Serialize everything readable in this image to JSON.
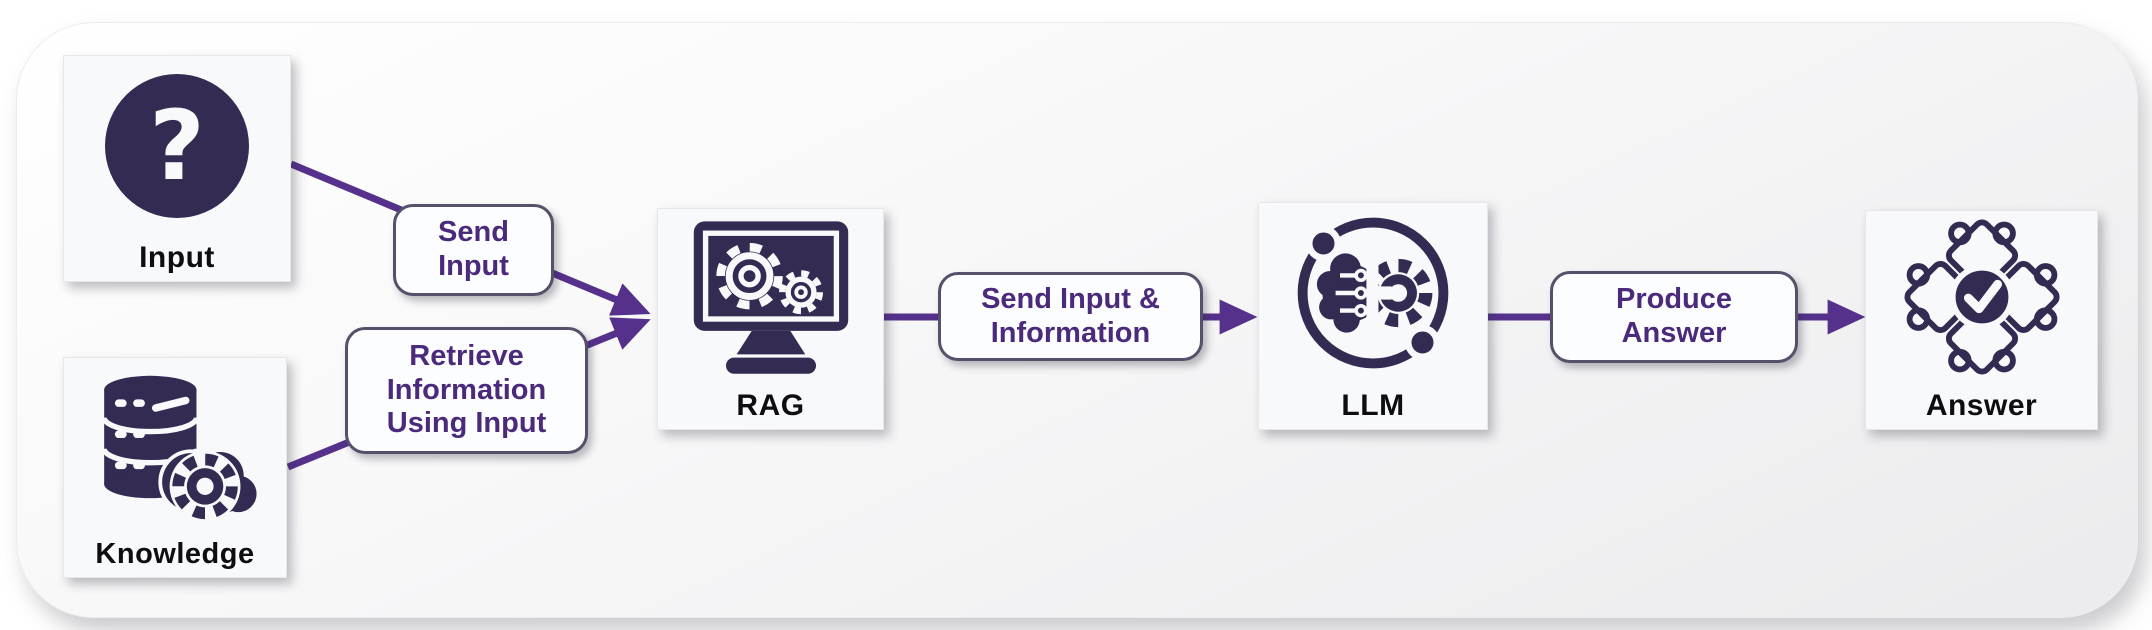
{
  "colors": {
    "accent_purple": "#55318c",
    "label_text": "#4b2a7c",
    "label_border": "#57506a",
    "label_bg": "#fcfdff",
    "icon_ink": "#332b52",
    "caption_text": "#0d0d12",
    "node_bg": "#f8f9fb",
    "panel_end": "#ebebed"
  },
  "diagram": {
    "nodes": [
      {
        "id": "input",
        "label": "Input",
        "icon": "question-circle-icon"
      },
      {
        "id": "knowledge",
        "label": "Knowledge",
        "icon": "database-gear-icon"
      },
      {
        "id": "rag",
        "label": "RAG",
        "icon": "monitor-gears-icon"
      },
      {
        "id": "llm",
        "label": "LLM",
        "icon": "brain-gear-icon"
      },
      {
        "id": "answer",
        "label": "Answer",
        "icon": "puzzle-check-icon"
      }
    ],
    "edges": [
      {
        "from": "input",
        "to": "rag",
        "label": "Send Input"
      },
      {
        "from": "knowledge",
        "to": "rag",
        "label": "Retrieve Information Using Input"
      },
      {
        "from": "rag",
        "to": "llm",
        "label": "Send Input & Information"
      },
      {
        "from": "llm",
        "to": "answer",
        "label": "Produce Answer"
      }
    ]
  }
}
